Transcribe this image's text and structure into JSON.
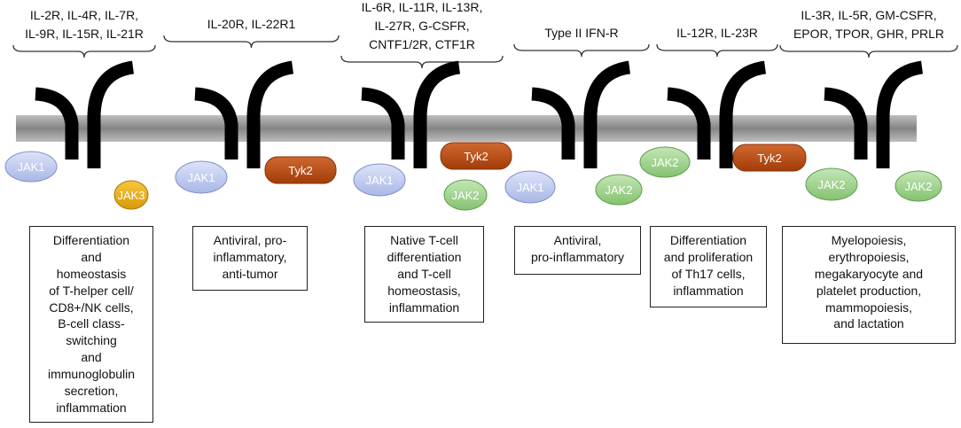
{
  "membrane_color": "#8c8c8c",
  "receptor_color": "#000000",
  "kinase_colors": {
    "JAK1": "#b8c4ea",
    "JAK2": "#9cd08a",
    "JAK3": "#e8a80c",
    "Tyk2": "#b8460c"
  },
  "groups": [
    {
      "receptor_lines": [
        "IL-2R, IL-4R, IL-7R,",
        "IL-9R, IL-15R, IL-21R"
      ],
      "kinases": [
        "JAK1",
        "JAK3"
      ],
      "function": "Differentiation\nand\nhomeostasis\nof T-helper cell/\nCD8+/NK cells,\nB-cell class-\nswitching\nand\nimmunoglobulin\nsecretion,\ninflammation"
    },
    {
      "receptor_lines": [
        "IL-20R, IL-22R1"
      ],
      "kinases": [
        "JAK1",
        "Tyk2"
      ],
      "function": "Antiviral, pro-\ninflammatory,\nanti-tumor"
    },
    {
      "receptor_lines": [
        "IL-6R, IL-11R, IL-13R,",
        "IL-27R, G-CSFR,",
        "CNTF1/2R, CTF1R"
      ],
      "kinases": [
        "JAK1",
        "Tyk2",
        "JAK2"
      ],
      "function": "Native T-cell\ndifferentiation\nand T-cell\nhomeostasis,\ninflammation"
    },
    {
      "receptor_lines": [
        "Type II IFN-R"
      ],
      "kinases": [
        "JAK1",
        "JAK2"
      ],
      "function": "Antiviral,\npro-inflammatory"
    },
    {
      "receptor_lines": [
        "IL-12R, IL-23R"
      ],
      "kinases": [
        "JAK2",
        "Tyk2"
      ],
      "function": "Differentiation\nand proliferation\nof Th17 cells,\ninflammation"
    },
    {
      "receptor_lines": [
        "IL-3R, IL-5R, GM-CSFR,",
        "EPOR, TPOR, GHR, PRLR"
      ],
      "kinases": [
        "JAK2",
        "JAK2"
      ],
      "function": "Myelopoiesis,\nerythropoiesis,\nmegakaryocyte and\nplatelet production,\nmammopoiesis,\nand lactation"
    }
  ]
}
